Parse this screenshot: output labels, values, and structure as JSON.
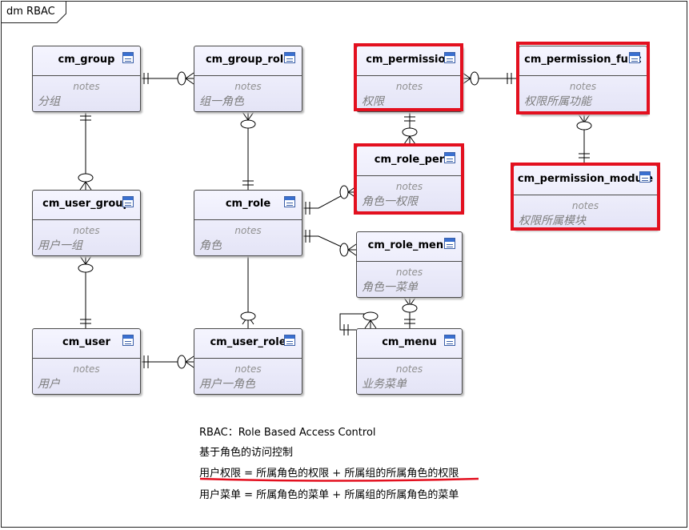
{
  "diagram": {
    "title": "dm RBAC"
  },
  "entities": {
    "cm_group": {
      "name": "cm_group",
      "notes": "notes",
      "comment": "分组"
    },
    "cm_group_role": {
      "name": "cm_group_role",
      "notes": "notes",
      "comment": "组一角色"
    },
    "cm_permission": {
      "name": "cm_permission",
      "notes": "notes",
      "comment": "权限"
    },
    "cm_permission_func": {
      "name": "cm_permission_func",
      "notes": "notes",
      "comment": "权限所属功能"
    },
    "cm_user_group": {
      "name": "cm_user_group",
      "notes": "notes",
      "comment": "用户一组"
    },
    "cm_role": {
      "name": "cm_role",
      "notes": "notes",
      "comment": "角色"
    },
    "cm_role_per": {
      "name": "cm_role_per",
      "notes": "notes",
      "comment": "角色一权限"
    },
    "cm_permission_module": {
      "name": "cm_permission_module",
      "notes": "notes",
      "comment": "权限所属模块"
    },
    "cm_role_menu": {
      "name": "cm_role_menu",
      "notes": "notes",
      "comment": "角色一菜单"
    },
    "cm_user": {
      "name": "cm_user",
      "notes": "notes",
      "comment": "用户"
    },
    "cm_user_role": {
      "name": "cm_user_role",
      "notes": "notes",
      "comment": "用户一角色"
    },
    "cm_menu": {
      "name": "cm_menu",
      "notes": "notes",
      "comment": "业务菜单"
    }
  },
  "annotations": {
    "line1": "RBAC：Role Based Access Control",
    "line2": "基于角色的访问控制",
    "line3": "用户权限 = 所属角色的权限 + 所属组的所属角色的权限",
    "line4": "用户菜单 = 所属角色的菜单 + 所属组的所属角色的菜单"
  },
  "colors": {
    "highlight": "#e3101f",
    "entity_fill": "#e4e4f6",
    "icon_blue": "#3a6fd0"
  }
}
